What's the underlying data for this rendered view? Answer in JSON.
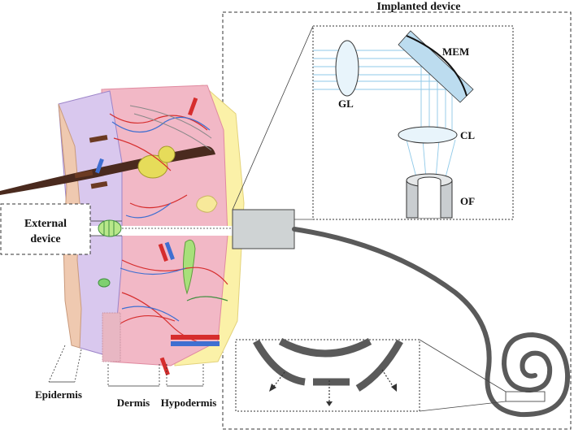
{
  "title": "Implanted device",
  "external_device": {
    "line1": "External",
    "line2": "device"
  },
  "optics": {
    "gl": "GL",
    "mem": "MEM",
    "cl": "CL",
    "of": "OF"
  },
  "layers": {
    "epidermis": "Epidermis",
    "dermis": "Dermis",
    "hypodermis": "Hypodermis"
  },
  "colors": {
    "skin_pink": "#f2b8c6",
    "hypodermis_yellow": "#fbf1a8",
    "epidermis_lilac": "#d9c8ee",
    "vessel_red": "#d62d2d",
    "vessel_blue": "#3f6fd1",
    "light_ray": "#8fc9e8",
    "fiber_gray": "#5a5a5a",
    "device_gray": "#cfd3d4"
  }
}
